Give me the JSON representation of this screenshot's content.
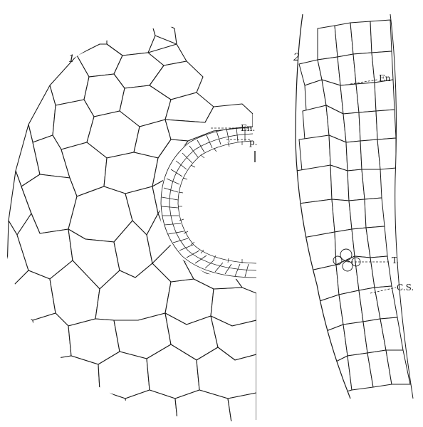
{
  "figure_1": {
    "number": "1",
    "labels": {
      "endodermis": "En.",
      "pericycle": "p."
    }
  },
  "figure_2": {
    "number": "2",
    "labels": {
      "endodermis": "En",
      "tracheid": "T.",
      "cs": "C.S."
    }
  },
  "colors": {
    "ink": "#1a1a1a",
    "paper": "#ffffff"
  }
}
